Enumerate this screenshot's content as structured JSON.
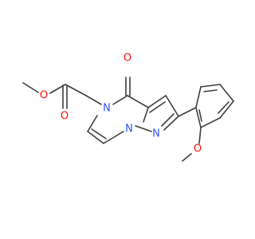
{
  "molecule": {
    "atom_labels": {
      "ring_carbonyl_o": "O",
      "ester_carbonyl_o": "O",
      "ester_ether_o": "O",
      "methoxy_o": "O",
      "ring_n": "N",
      "bridge_n": "N",
      "pyrazole_n": "N"
    },
    "colors": {
      "bond": "#3d3d3d",
      "oxygen": "#ff0d0d",
      "nitrogen": "#3050f8"
    }
  }
}
